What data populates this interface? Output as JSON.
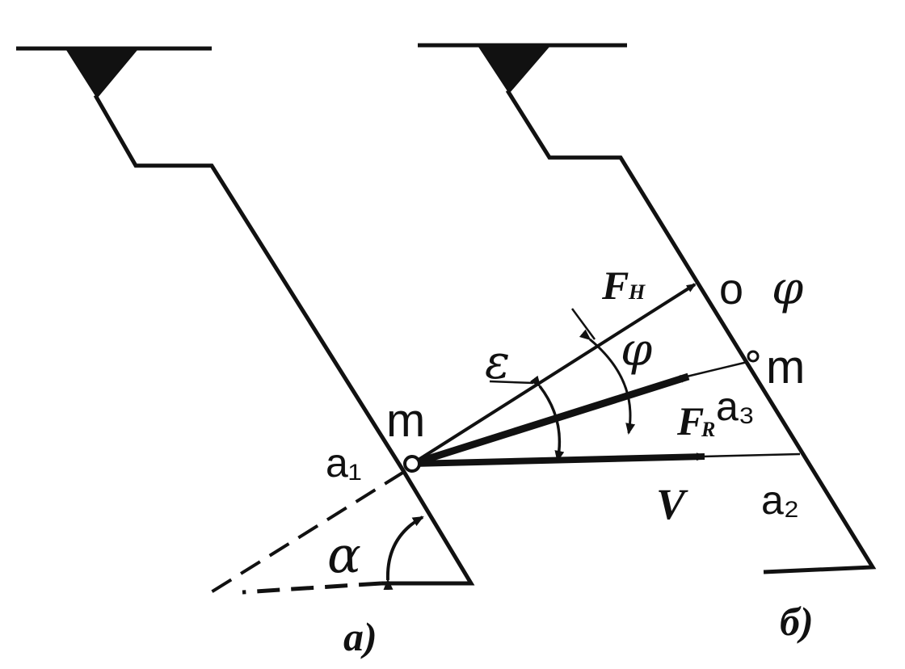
{
  "figure": {
    "ink_color": "#111111",
    "background": "#ffffff",
    "panel_a": {
      "caption": "а)",
      "point_label": "m",
      "point_name": "a₁",
      "angle_label": "α"
    },
    "panel_b": {
      "caption": "б)",
      "label_o": "o",
      "label_phi_top": "φ",
      "label_m_right": "m",
      "label_a2": "a₂",
      "label_a3": "a₃",
      "angle_phi": "φ",
      "angle_epsilon": "ε",
      "vector_FH_main": "F",
      "vector_FH_sub": "H",
      "vector_FR_main": "F",
      "vector_FR_sub": "R",
      "vector_V": "V"
    }
  }
}
